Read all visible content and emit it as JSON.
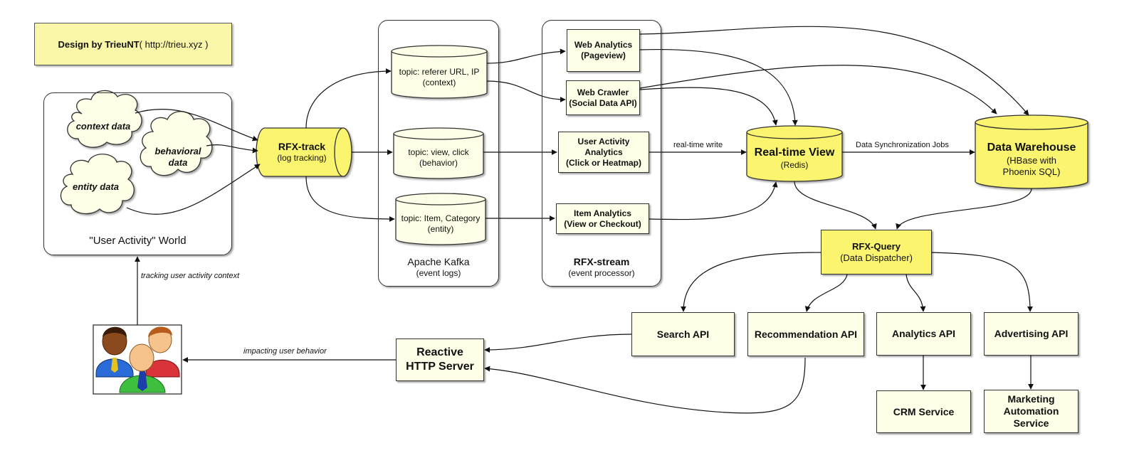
{
  "note": {
    "bold": "Design by TrieuNT",
    "rest": " ( http://trieu.xyz )"
  },
  "world": {
    "caption": "\"User Activity\" World",
    "clouds": [
      "context data",
      "behavioral data",
      "entity data"
    ]
  },
  "rfx_track": {
    "title": "RFX-track",
    "sub": "(log tracking)"
  },
  "kafka": {
    "caption": "Apache Kafka",
    "sub": "(event logs)",
    "topics": [
      {
        "line1": "topic: referer URL, IP",
        "line2": "(context)"
      },
      {
        "line1": "topic: view, click",
        "line2": "(behavior)"
      },
      {
        "line1": "topic: Item, Category",
        "line2": "(entity)"
      }
    ]
  },
  "stream": {
    "caption": "RFX-stream",
    "sub": "(event processor)",
    "boxes": [
      {
        "line1": "Web Analytics",
        "line2": "(Pageview)"
      },
      {
        "line1": "Web Crawler",
        "line2": "(Social Data API)"
      },
      {
        "line1": "User Activity Analytics",
        "line2": "(Click or Heatmap)"
      },
      {
        "line1": "Item Analytics",
        "line2": "(View or Checkout)"
      }
    ]
  },
  "realtime": {
    "title": "Real-time View",
    "sub": "(Redis)"
  },
  "warehouse": {
    "title": "Data Warehouse",
    "sub1": "(HBase with",
    "sub2": "Phoenix SQL)"
  },
  "edge_labels": {
    "realtime_write": "real-time write",
    "sync": "Data Synchronization Jobs",
    "tracking": "tracking user activity context",
    "impacting": "impacting user behavior"
  },
  "query": {
    "title": "RFX-Query",
    "sub": "(Data Dispatcher)"
  },
  "apis": [
    "Search API",
    "Recommendation API",
    "Analytics API",
    "Advertising API"
  ],
  "services": {
    "crm": "CRM Service",
    "marketing": "Marketing Automation Service"
  },
  "reactive": {
    "line1": "Reactive",
    "line2": "HTTP Server"
  },
  "colors": {
    "yellow": "#fbf46e",
    "cream": "#ffffe8",
    "note": "#fbf7a8",
    "stroke": "#222222"
  }
}
